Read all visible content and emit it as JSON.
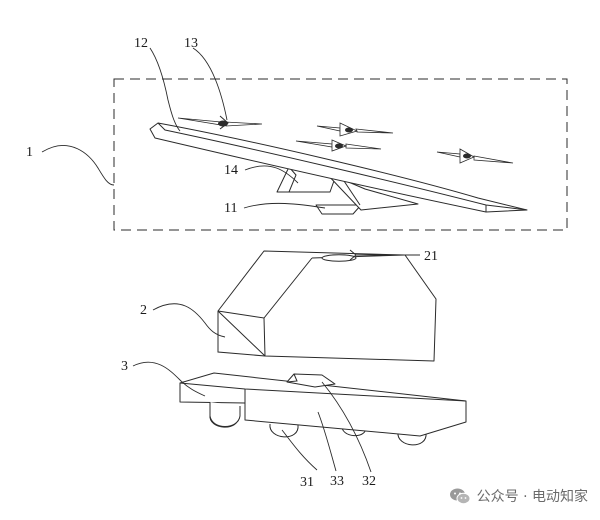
{
  "labels": {
    "l1": "1",
    "l2": "2",
    "l3": "3",
    "l11": "11",
    "l12": "12",
    "l13": "13",
    "l14": "14",
    "l21": "21",
    "l31": "31",
    "l32": "32",
    "l33": "33"
  },
  "watermark": {
    "text": "公众号 · 电动知家",
    "icon": "wechat-icon"
  }
}
